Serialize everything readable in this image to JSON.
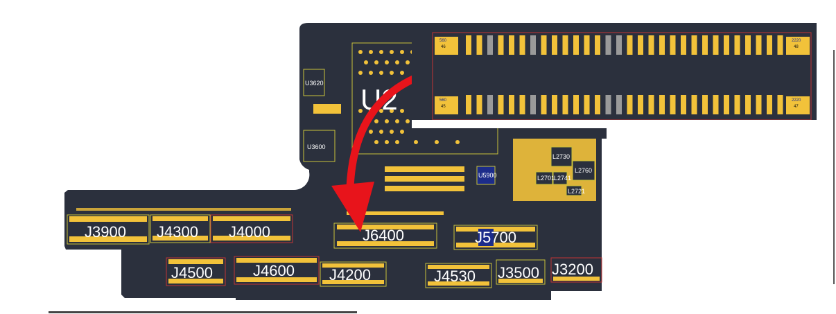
{
  "labels": {
    "J3900": "J3900",
    "J4300": "J4300",
    "J4000": "J4000",
    "J6400": "J6400",
    "J5700": "J5700",
    "J4500": "J4500",
    "J4600": "J4600",
    "J4200": "J4200",
    "J4530": "J4530",
    "J3500": "J3500",
    "J3200": "J3200",
    "U3620": "U3620",
    "U3600": "U3600",
    "U5900": "U5900",
    "U2_partial": "U2",
    "L2730": "L2730",
    "L2760": "L2760",
    "L2701": "L2701",
    "L2741": "L2741",
    "L2721": "L2721"
  },
  "zoom": {
    "left_top": {
      "a": "560",
      "b": "46"
    },
    "left_bottom": {
      "a": "560",
      "b": "45"
    },
    "right_top": {
      "a": "2220",
      "b": "48"
    },
    "right_bottom": {
      "a": "2220",
      "b": "47"
    }
  },
  "colors": {
    "board": "#2b303d",
    "pad": "#f2c23a",
    "arrow": "#e8141b",
    "outline_yellow": "#c9c23a",
    "outline_red": "#c03535"
  }
}
